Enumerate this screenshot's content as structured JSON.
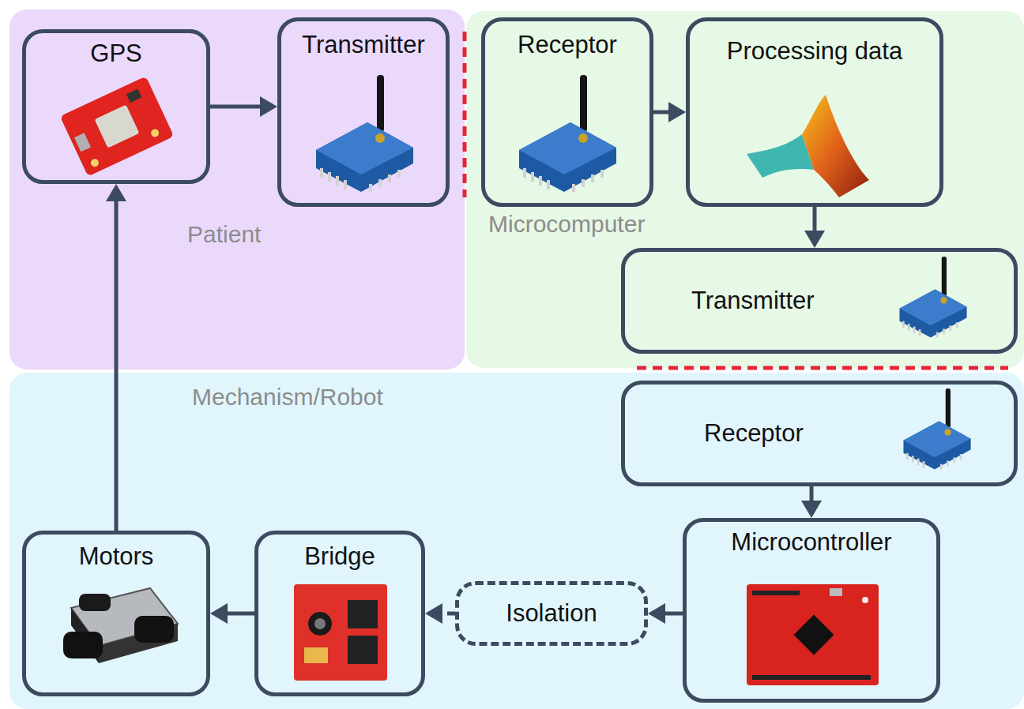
{
  "diagram": {
    "nodes": [
      {
        "text": [
          "Patient"
        ]
      },
      {
        "text": [
          "GPS"
        ],
        "in": 0
      },
      {
        "text": [
          "Transmitter"
        ],
        "in": 0
      },
      {
        "text": [
          "Microcomputer"
        ]
      },
      {
        "text": [
          "Receptor"
        ],
        "in": 3
      },
      {
        "text": [
          "Processing data"
        ],
        "in": 3
      },
      {
        "text": [
          "Transmitter"
        ],
        "in": 3
      },
      {
        "text": [
          "Mechanism/Robot"
        ]
      },
      {
        "text": [
          "Receptor"
        ],
        "in": 7
      },
      {
        "text": [
          "Microcontroller"
        ],
        "in": 7
      },
      {
        "text": [
          "Isolation"
        ],
        "in": 7
      },
      {
        "text": [
          "Bridge"
        ],
        "in": 7
      },
      {
        "text": [
          "Motors"
        ],
        "in": 7
      }
    ],
    "edges": [
      {
        "from": 1,
        "to": 2,
        "arrow": "to"
      },
      {
        "from": 4,
        "to": 5,
        "arrow": "to"
      },
      {
        "from": 5,
        "to": 6,
        "arrow": "to"
      },
      {
        "from": 8,
        "to": 9,
        "arrow": "to"
      },
      {
        "from": 9,
        "to": 10,
        "arrow": "to"
      },
      {
        "from": 10,
        "to": 11,
        "arrow": "to"
      },
      {
        "from": 11,
        "to": 12,
        "arrow": "to"
      },
      {
        "from": 12,
        "to": 1,
        "arrow": "to"
      }
    ]
  }
}
